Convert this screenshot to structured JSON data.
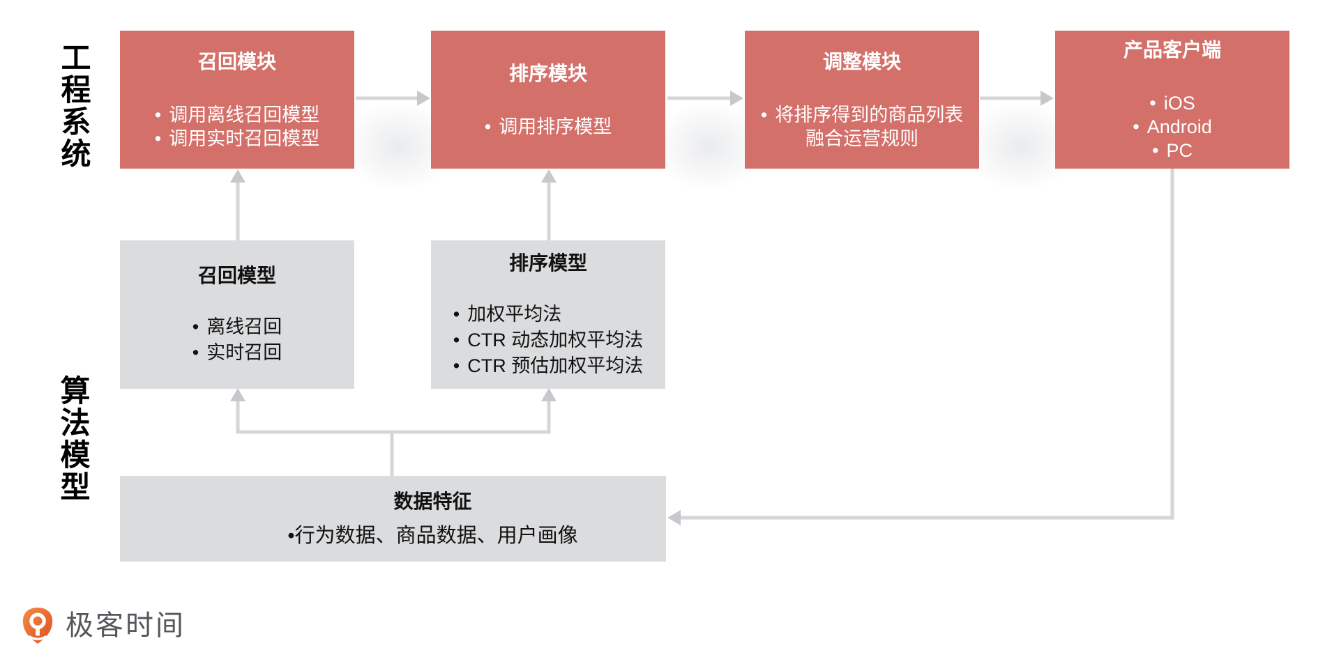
{
  "ui": {
    "bullet": "•"
  },
  "side_labels": {
    "engineering": "工程系统",
    "algorithm": "算法模型"
  },
  "modules": {
    "recall": {
      "title": "召回模块",
      "bullets": [
        "调用离线召回模型",
        "调用实时召回模型"
      ]
    },
    "ranking": {
      "title": "排序模块",
      "bullets": [
        "调用排序模型"
      ]
    },
    "adjust": {
      "title": "调整模块",
      "bullets": [
        "将排序得到的商品列表融合运营规则"
      ]
    },
    "client": {
      "title": "产品客户端",
      "bullets": [
        "iOS",
        "Android",
        "PC"
      ]
    }
  },
  "models": {
    "recall": {
      "title": "召回模型",
      "bullets": [
        "离线召回",
        "实时召回"
      ]
    },
    "ranking": {
      "title": "排序模型",
      "bullets": [
        "加权平均法",
        "CTR 动态加权平均法",
        "CTR 预估加权平均法"
      ]
    },
    "data": {
      "title": "数据特征",
      "bullet_line": "•行为数据、商品数据、用户画像"
    }
  },
  "logo": {
    "text": "极客时间"
  },
  "colors": {
    "module_red": "#d4706a",
    "model_gray": "#dbdcde",
    "connector": "#d5d6d8",
    "arrowhead": "#c6c8cb",
    "logo_orange": "#ea5f2d",
    "logo_text": "#54575b"
  }
}
